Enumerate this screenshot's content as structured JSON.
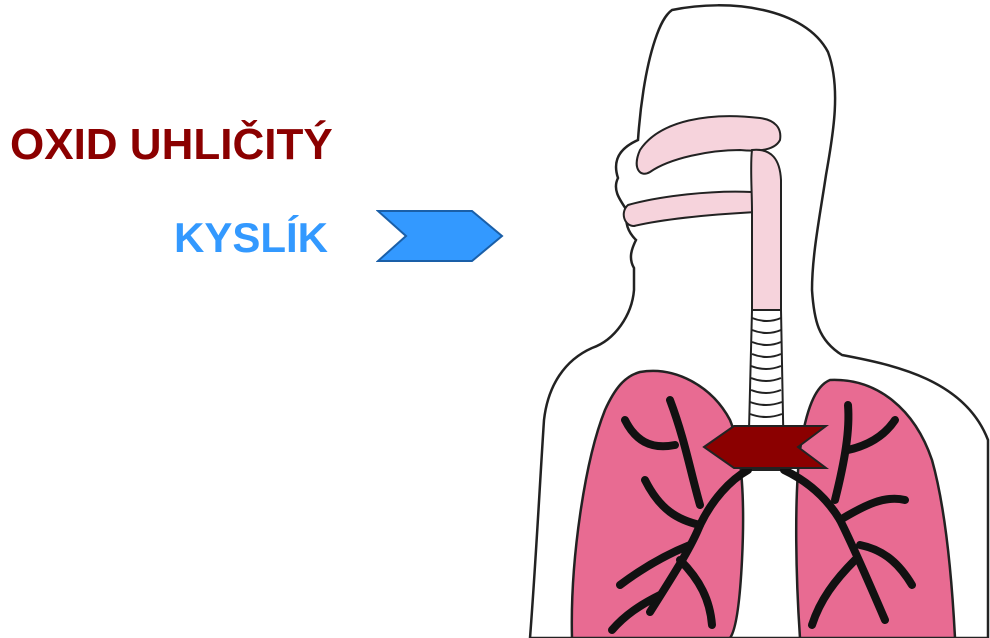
{
  "labels": {
    "carbon_dioxide": "OXID UHLIČITÝ",
    "oxygen": "KYSLÍK"
  },
  "colors": {
    "carbon_dioxide": "#8b0000",
    "oxygen": "#3399ff",
    "airway": "#f6d3dc",
    "lungs": "#e86b92",
    "bronchi": "#111111",
    "outline": "#222222"
  },
  "icons": {
    "oxygen_arrow": "chevron-right-arrow",
    "co2_arrow": "chevron-left-arrow"
  }
}
